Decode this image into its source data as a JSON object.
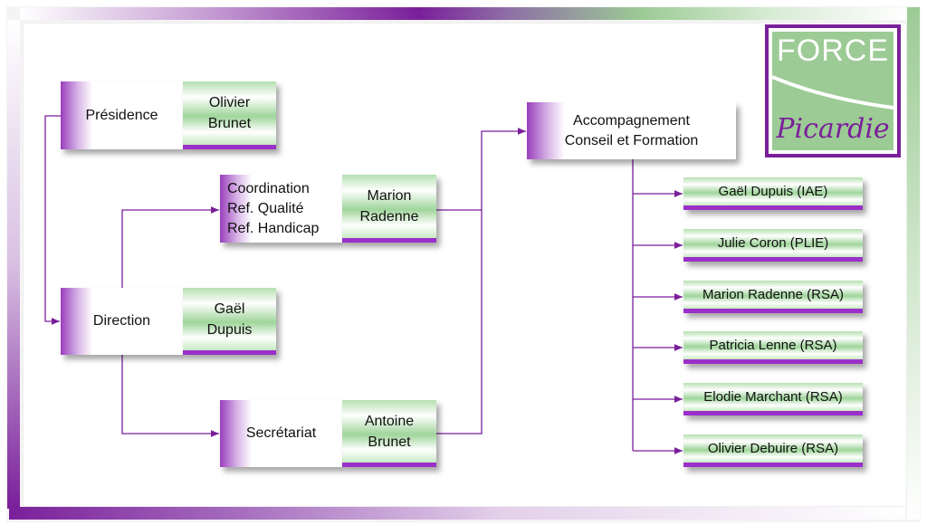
{
  "logo": {
    "line1": "FORCE",
    "line2": "Picardie"
  },
  "presidence": {
    "label": "Présidence",
    "name1": "Olivier",
    "name2": "Brunet"
  },
  "coordination": {
    "l1": "Coordination",
    "l2": "Ref. Qualité",
    "l3": "Ref. Handicap",
    "name1": "Marion",
    "name2": "Radenne"
  },
  "direction": {
    "label": "Direction",
    "name1": "Gaël",
    "name2": "Dupuis"
  },
  "secretariat": {
    "label": "Secrétariat",
    "name1": "Antoine",
    "name2": "Brunet"
  },
  "accompagnement": {
    "l1": "Accompagnement",
    "l2": "Conseil et Formation"
  },
  "members": [
    "Gaël Dupuis (IAE)",
    "Julie Coron (PLIE)",
    "Marion Radenne (RSA)",
    "Patricia Lenne (RSA)",
    "Elodie Marchant (RSA)",
    "Olivier Debuire (RSA)"
  ],
  "colors": {
    "purple": "#7a1f9a",
    "green": "#9ccb95"
  }
}
